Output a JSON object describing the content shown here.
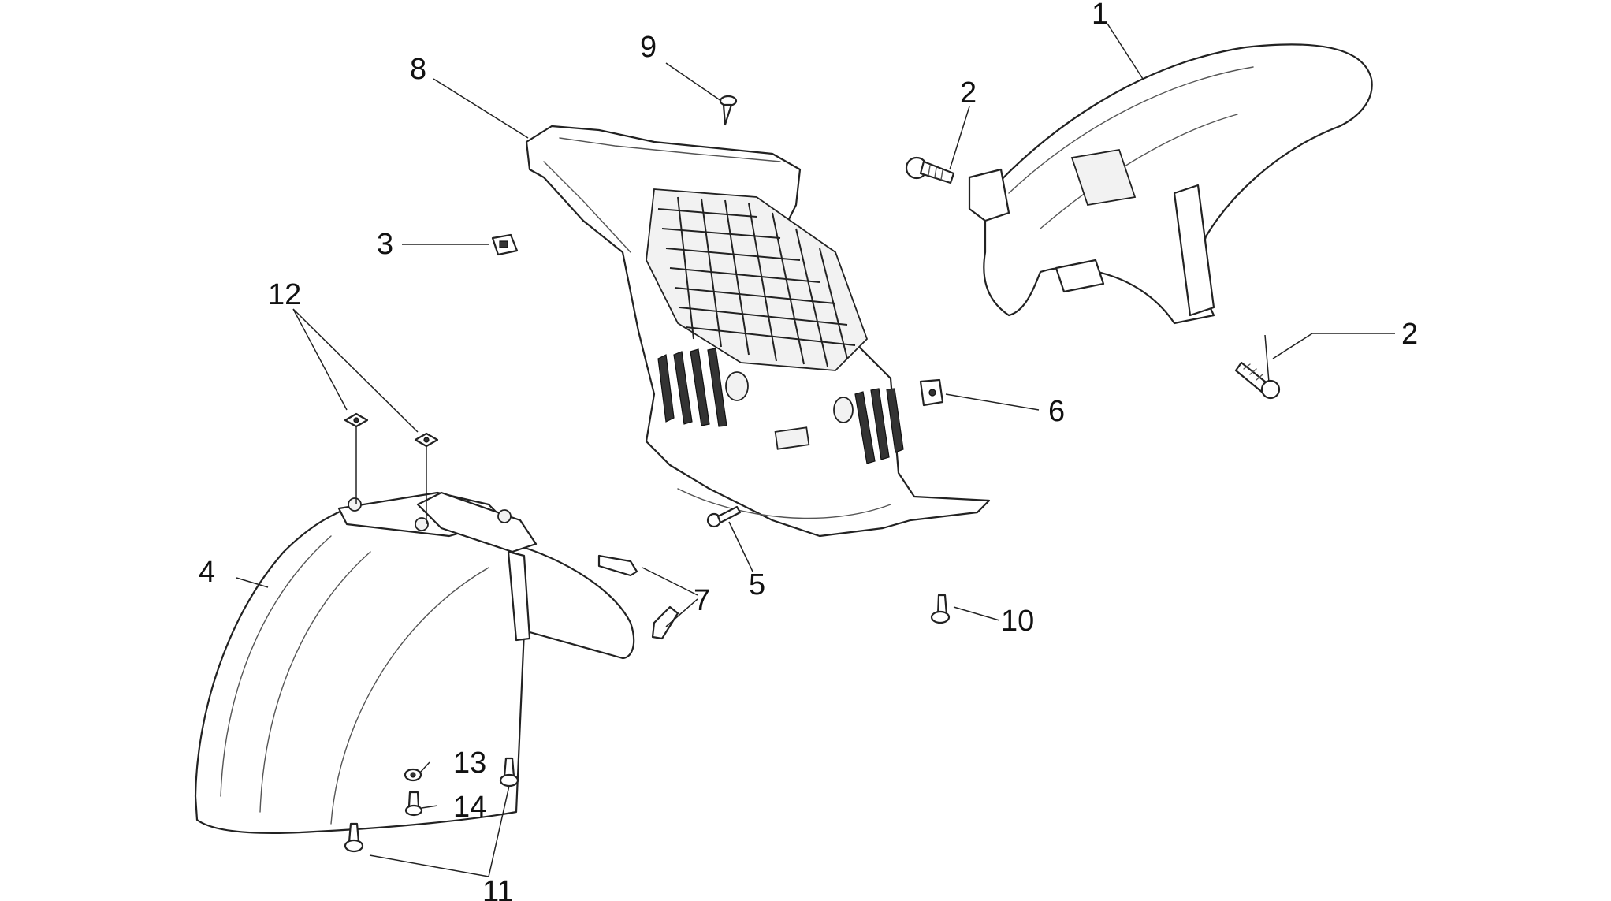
{
  "diagram": {
    "callouts": {
      "c1": "1",
      "c2a": "2",
      "c2b": "2",
      "c3": "3",
      "c4": "4",
      "c5": "5",
      "c6": "6",
      "c7": "7",
      "c8": "8",
      "c9": "9",
      "c10": "10",
      "c11": "11",
      "c12": "12",
      "c13": "13",
      "c14": "14"
    }
  }
}
